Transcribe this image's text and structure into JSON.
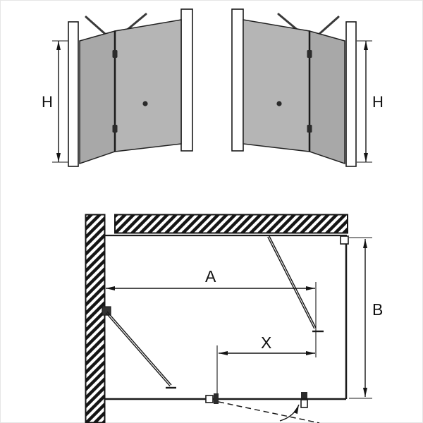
{
  "diagram": {
    "type": "shower-enclosure-dimension-drawing",
    "labels": {
      "height_left": "H",
      "height_right": "H",
      "width": "A",
      "depth": "B",
      "entry_width": "X"
    },
    "colors": {
      "outline": "#1a1a1a",
      "dimension": "#141414",
      "glass_left": "#a8a8a8",
      "glass_right": "#b5b5b5",
      "wall": "#ffffff",
      "background": "#ffffff"
    }
  }
}
